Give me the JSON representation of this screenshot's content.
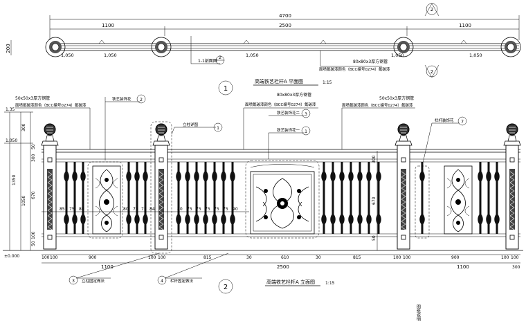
{
  "plan": {
    "dims_top": [
      "4700",
      "1100",
      "2500",
      "1100"
    ],
    "dim_left": "200",
    "post_dims": [
      "1,050",
      "1,050",
      "1,050",
      "1,050",
      "1,050"
    ],
    "callout_label": "1-1剖面图",
    "callout_num": "2",
    "section_mark_a": "2",
    "section_mark_b": "2",
    "right_note_1": "80x80x3厚方钢管",
    "right_note_2": "面喷氟碳漆颜色（BCC编号0274）氟碳漆",
    "title_num": "1",
    "title": "高端铁艺栏杆A 平面图",
    "scale": "1:15"
  },
  "elev": {
    "note_left_1": "50x50x3厚方钢管",
    "note_left_2": "面喷氟碳漆颜色（BCC编号0274）氟碳漆",
    "note_mid_1": "80x80x3厚方钢管",
    "note_mid_2": "面喷氟碳漆颜色（BCC编号0274）氟碳漆",
    "note_right_1": "50x50x3厚方钢管",
    "note_right_2": "面喷氟碳漆颜色（BCC编号0274）氟碳漆",
    "c1_label": "铁艺装饰花",
    "c1_num": "2",
    "c2_label": "立柱详图",
    "c2_num": "1",
    "c3_label": "铁艺装饰花二",
    "c3_num": "3",
    "c4_label": "铁艺装饰花一",
    "c4_num": "1",
    "c5_label": "栏杆装饰花",
    "c5_num": "7",
    "c6_label": "立柱固定做法",
    "c6_num": "3",
    "c7_label": "栏杆固定做法",
    "c7_num": "4",
    "level_left_top": "1.35",
    "level_left_mid": "1.050",
    "level_base": "±0.000",
    "vdims_left": [
      "300",
      "1350",
      "1050",
      "50",
      "300",
      "670",
      "100",
      "50"
    ],
    "vdims_mid": [
      "300",
      "670",
      "50"
    ],
    "inner_dims_a": [
      "85",
      "75",
      "80"
    ],
    "inner_dims_b": [
      "80",
      "75",
      "75",
      "84"
    ],
    "inner_dims_c": [
      "80",
      "75",
      "75",
      "75",
      "75",
      "75",
      "90"
    ],
    "bot_dims_1": [
      "100",
      "100",
      "900",
      "100",
      "100",
      "815",
      "30",
      "610",
      "30",
      "815",
      "100",
      "100",
      "900",
      "100",
      "100"
    ],
    "bot_dims_2": [
      "1100",
      "2500",
      "1100"
    ],
    "bot_dim_right": "300",
    "title_num": "2",
    "title": "高端铁艺栏杆A 立面图",
    "scale": "1:15",
    "side_tag": "图纸说明"
  }
}
